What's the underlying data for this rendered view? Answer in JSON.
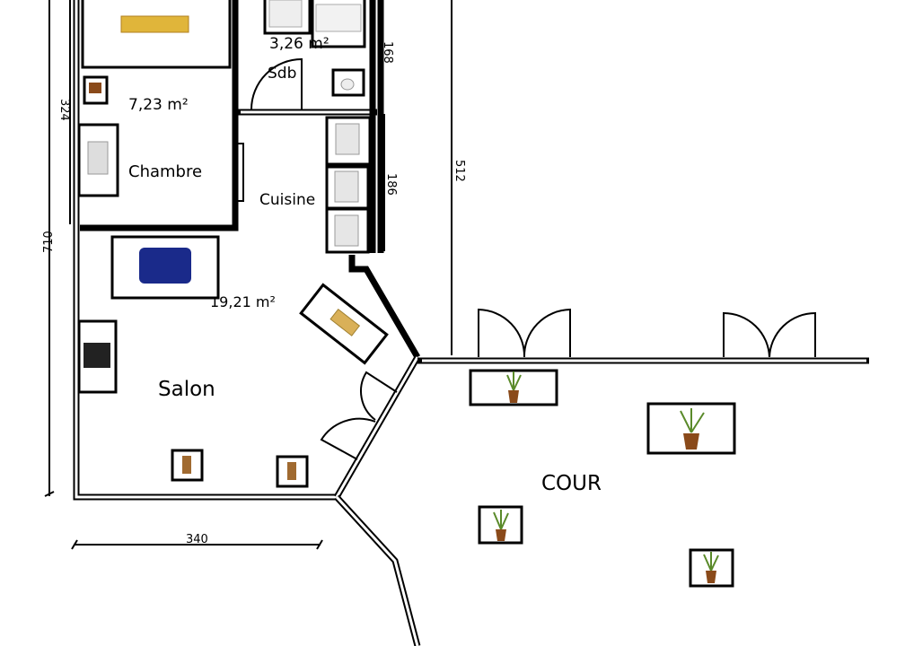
{
  "rooms": {
    "chambre": {
      "name": "Chambre",
      "area": "7,23 m²"
    },
    "sdb": {
      "name": "Sdb",
      "area": "3,26 m²"
    },
    "cuisine": {
      "name": "Cuisine"
    },
    "salon": {
      "name": "Salon",
      "area": "19,21 m²"
    },
    "cour": {
      "name": "COUR"
    }
  },
  "dimensions": {
    "total_height": "710",
    "chambre_height": "324",
    "sdb_height": "168",
    "cuisine_height": "186",
    "right_height": "512",
    "salon_width": "340"
  },
  "colors": {
    "wall": "#000000",
    "bed": "#e0b53a",
    "sofa": "#1a2a8a",
    "plant": "#5a8a2a",
    "pot": "#8a4a1a"
  }
}
